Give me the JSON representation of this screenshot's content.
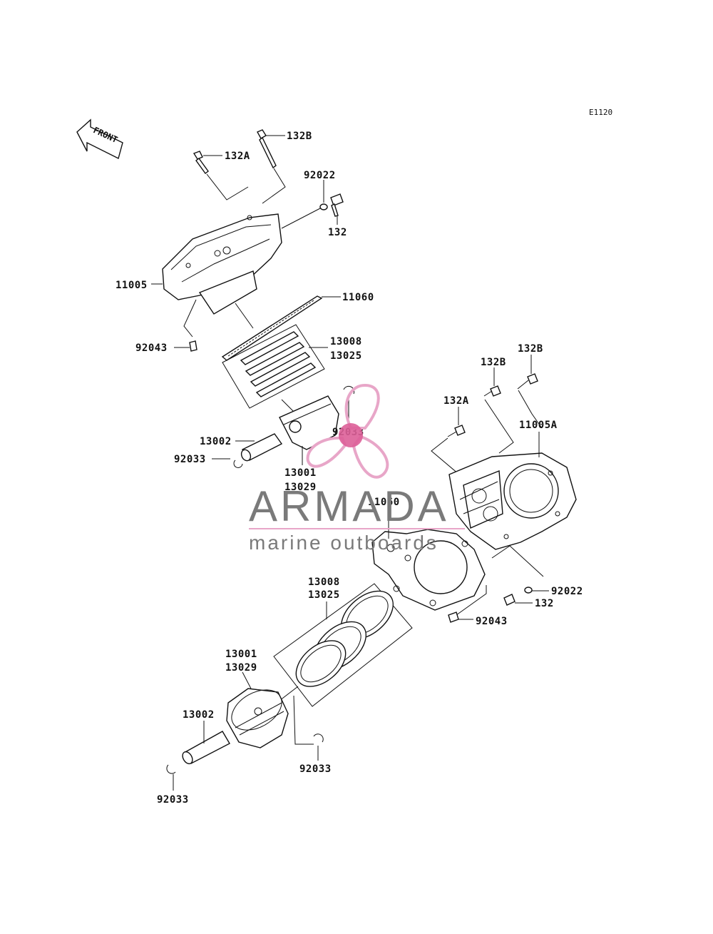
{
  "diagram_code": "E1120",
  "front_label": "FRONT",
  "labels": {
    "top_bolt_132b": "132B",
    "top_bolt_132a": "132A",
    "top_washer_92022": "92022",
    "top_bolt_132": "132",
    "head_11005": "11005",
    "gasket_11060_top": "11060",
    "dowel_92043_top": "92043",
    "rings_top_a": "13008",
    "rings_top_b": "13025",
    "clip_top_right": "92033",
    "pin_13002_top": "13002",
    "clip_top_left": "92033",
    "piston_top_a": "13001",
    "piston_top_b": "13029",
    "right_bolt_132b_1": "132B",
    "right_bolt_132b_2": "132B",
    "right_bolt_132a": "132A",
    "head_11005a": "11005A",
    "gasket_11060_mid": "11060",
    "right_washer_92022": "92022",
    "right_bolt_132": "132",
    "dowel_92043_right": "92043",
    "rings_bottom_a": "13008",
    "rings_bottom_b": "13025",
    "piston_bottom_a": "13001",
    "piston_bottom_b": "13029",
    "pin_13002_bottom": "13002",
    "clip_bottom_right": "92033",
    "clip_bottom_left": "92033"
  },
  "watermark": {
    "brand": "ARMADA",
    "tagline": "marine outboards",
    "logo_color": "#e8a6c8",
    "logo_center_color": "#dd5f98",
    "text_color": "#7a7a7a"
  }
}
